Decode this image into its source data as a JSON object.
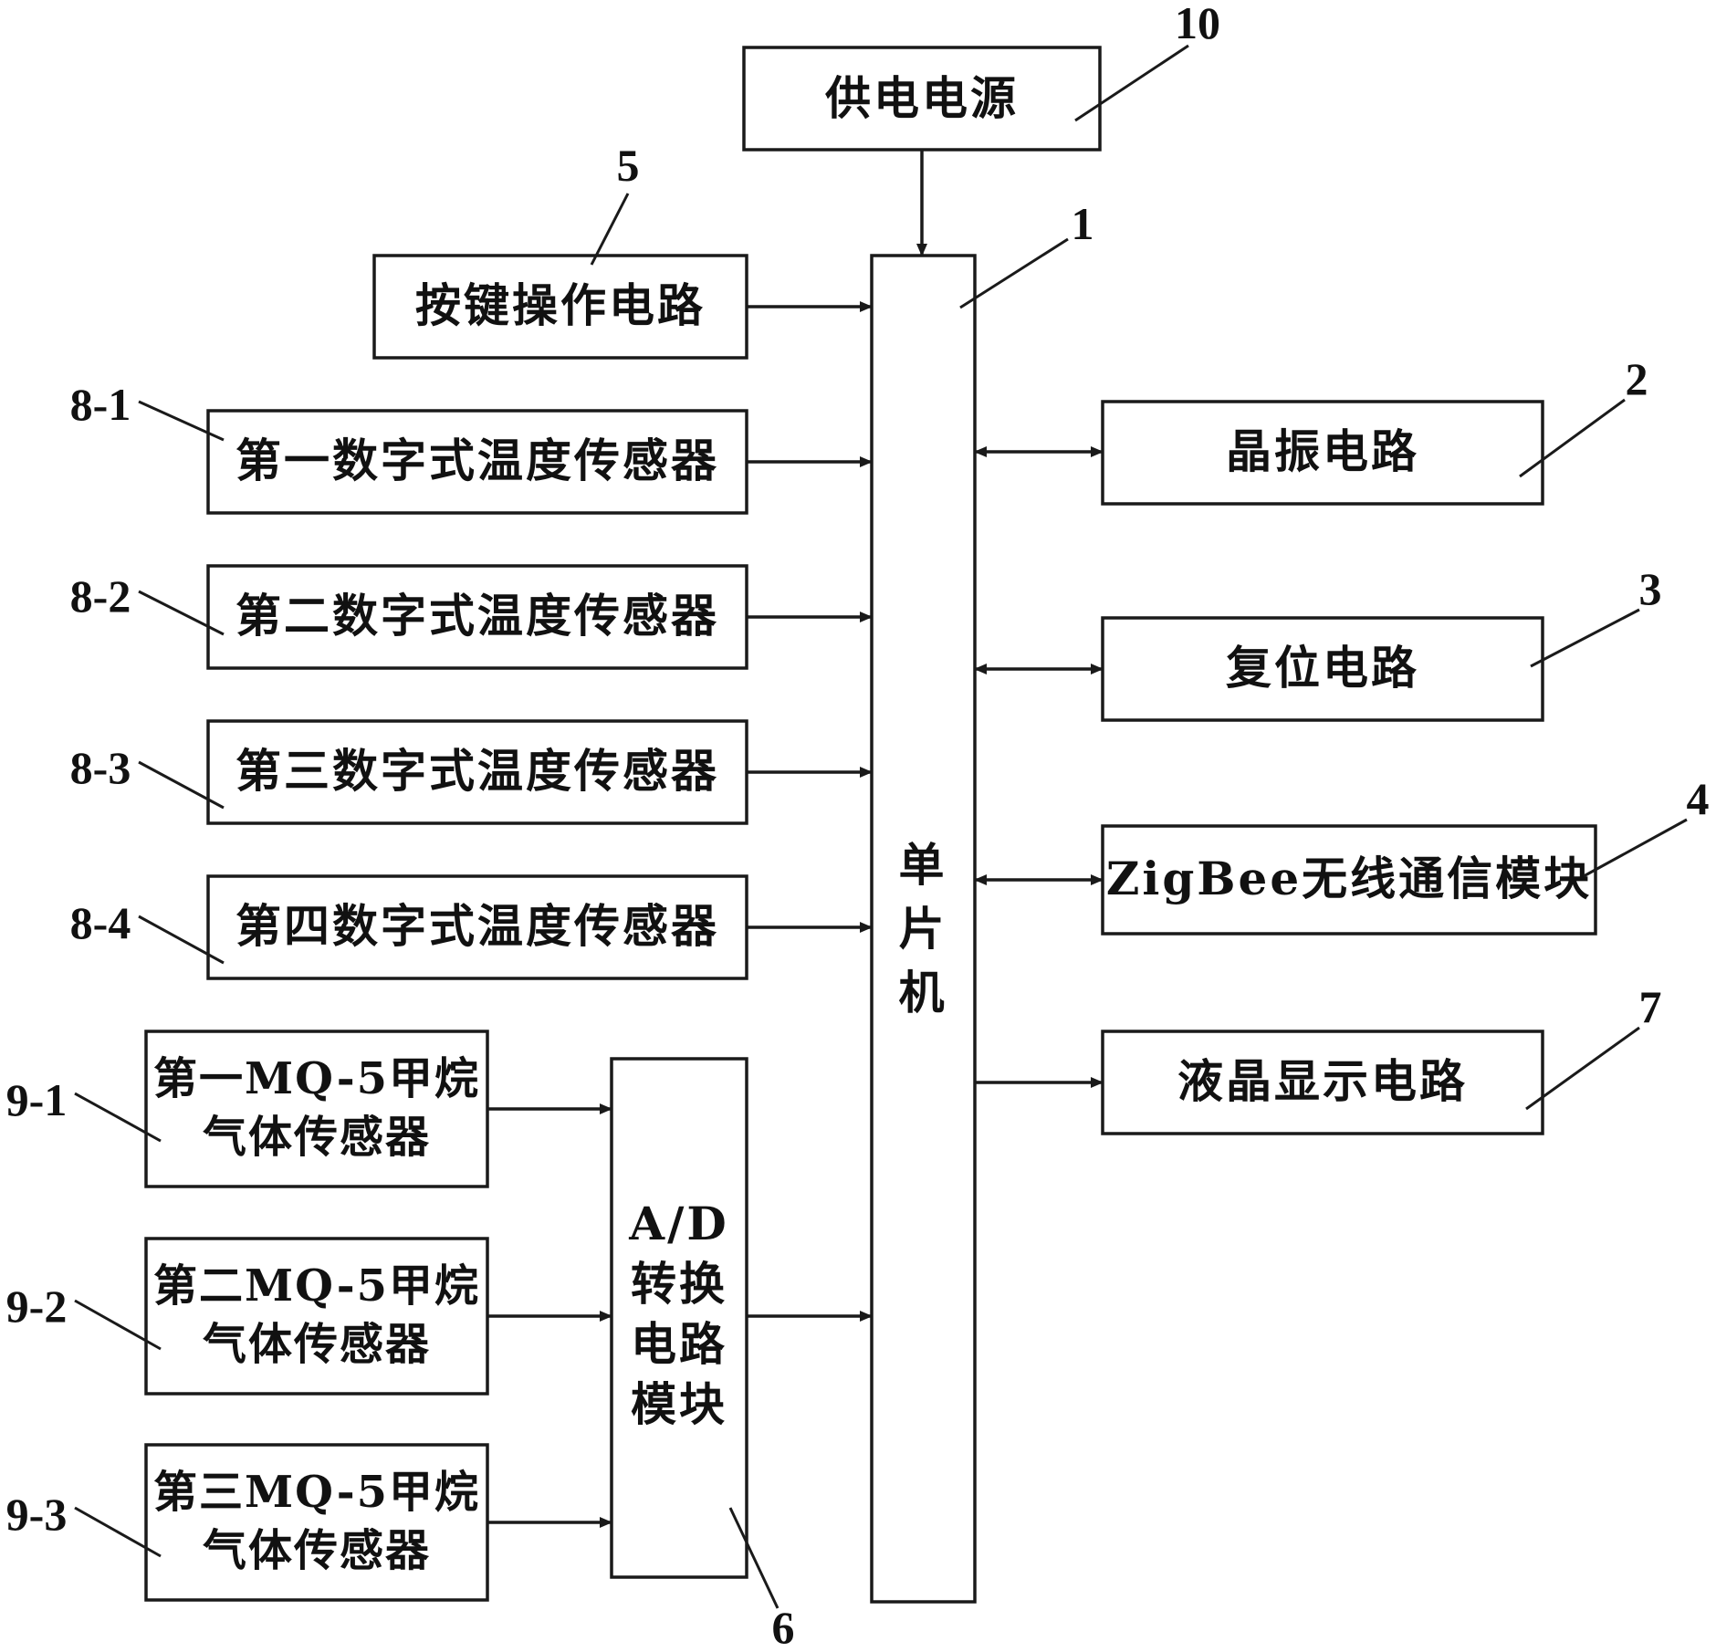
{
  "blocks": {
    "power": "供电电源",
    "mcu": [
      "单",
      "片",
      "机"
    ],
    "keypad": "按键操作电路",
    "temp1": "第一数字式温度传感器",
    "temp2": "第二数字式温度传感器",
    "temp3": "第三数字式温度传感器",
    "temp4": "第四数字式温度传感器",
    "gas1": [
      "第一MQ-5甲烷",
      "气体传感器"
    ],
    "gas2": [
      "第二MQ-5甲烷",
      "气体传感器"
    ],
    "gas3": [
      "第三MQ-5甲烷",
      "气体传感器"
    ],
    "adc": [
      "A/D",
      "转换",
      "电路",
      "模块"
    ],
    "crystal": "晶振电路",
    "reset": "复位电路",
    "zigbee": "ZigBee无线通信模块",
    "lcd": "液晶显示电路"
  },
  "refs": {
    "power": "10",
    "mcu": "1",
    "keypad": "5",
    "crystal": "2",
    "reset": "3",
    "zigbee": "4",
    "lcd": "7",
    "adc": "6",
    "temp1": "8-1",
    "temp2": "8-2",
    "temp3": "8-3",
    "temp4": "8-4",
    "gas1": "9-1",
    "gas2": "9-2",
    "gas3": "9-3"
  }
}
